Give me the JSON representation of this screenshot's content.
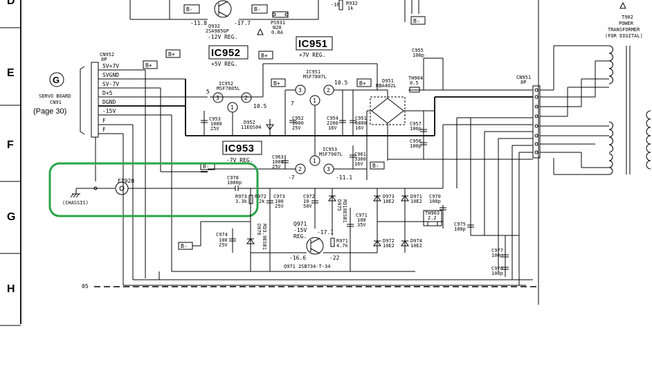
{
  "rows": [
    "E",
    "F",
    "G",
    "H"
  ],
  "row_top_partial": "D",
  "ics": [
    {
      "title": "IC952",
      "desc": "+5V REG.",
      "part": "IC952",
      "model": "MSF7805L"
    },
    {
      "title": "IC951",
      "desc": "+7V REG.",
      "part": "IC951",
      "model": "MSF7807L"
    },
    {
      "title": "IC953",
      "desc": "-7V REG.",
      "part": "IC953",
      "model": "MSF7907L"
    }
  ],
  "q932": {
    "name": "Q932",
    "model": "2SA985GP",
    "desc": "-12V REG.",
    "v_left": "-11.8",
    "v_right": "-17.7"
  },
  "ps931": {
    "name": "PS931",
    "value": "N20",
    "rating": "0.8A"
  },
  "r932": {
    "name": "R932",
    "value": "1k"
  },
  "v_top": "-16",
  "servo": {
    "letter": "G",
    "line1": "SERVO BOARD",
    "line2": "CN91",
    "line3": "(Page 30)"
  },
  "cn952": {
    "name": "CN952",
    "pins": "8P",
    "signals": [
      "5V+7V",
      "SVGND",
      "SV-7V",
      "D+5",
      "DGND",
      "-15V",
      "F",
      "F"
    ]
  },
  "cn951": {
    "name": "CN951",
    "pins": "8P"
  },
  "transformer": {
    "ref": "T902",
    "line1": "POWER",
    "line2": "TRANSFORMER",
    "line3": "(FOR DIGITAL)"
  },
  "b_labels": {
    "plus": "B+",
    "minus": "B-"
  },
  "d951": {
    "name": "D951",
    "model": "RBA402L"
  },
  "d952": {
    "name": "D952",
    "model": "11EQS04"
  },
  "th904": {
    "name": "TH904",
    "value": "0.5"
  },
  "th903": {
    "name": "TH903",
    "value": "2.2"
  },
  "et920": {
    "name": "ET920",
    "chassis": "(CHASSIS)"
  },
  "voltages": {
    "v5": "5",
    "v10_5a": "10.5",
    "v10_5b": "10.5",
    "v7": "7",
    "vm7": "-7",
    "vm11_1": "-11.1",
    "vm16_6": "-16.6",
    "vm22": "-22",
    "vm17_1": "-17.1"
  },
  "caps": {
    "c955": [
      "C955",
      "100p"
    ],
    "c957": [
      "C957",
      "100p"
    ],
    "c956": [
      "C956",
      "100p"
    ],
    "c953": [
      "C953",
      "1000",
      "25V"
    ],
    "c952": [
      "C952",
      "1000",
      "25V"
    ],
    "c954": [
      "C954",
      "2200",
      "16V"
    ],
    "c951": [
      "C951",
      "6800",
      "16V"
    ],
    "c963": [
      "C963",
      "1000",
      "25V"
    ],
    "c961": [
      "C961",
      "3300",
      "16V"
    ],
    "c978": [
      "C978",
      "1000p"
    ],
    "c973": [
      "C973",
      "100",
      "25V"
    ],
    "c972": [
      "C972",
      "10",
      "50V"
    ],
    "c971": [
      "C971",
      "100",
      "35V"
    ],
    "c974": [
      "C974",
      "100",
      "25V"
    ],
    "c970": [
      "C970",
      "100p"
    ],
    "c975": [
      "C975",
      "100p"
    ],
    "c977": [
      "C977",
      "100p"
    ],
    "c976": [
      "C976",
      "100p"
    ]
  },
  "resistors": {
    "r973": [
      "R973",
      "3.3k"
    ],
    "r972": [
      "R972",
      "2k"
    ],
    "r971": [
      "R971",
      "4.7k"
    ]
  },
  "diodes": {
    "d975": [
      "D975",
      "RD18ESB1"
    ],
    "d976": [
      "D976",
      "RD3.9ESB1"
    ],
    "d973": [
      "D973",
      "10E2"
    ],
    "d971": [
      "D971",
      "10E2"
    ],
    "d972": [
      "D972",
      "10E2"
    ],
    "d974": [
      "D974",
      "10E2"
    ]
  },
  "q971": {
    "name": "Q971",
    "desc1": "-15V",
    "desc2": "REG.",
    "model_line": "Q971 2SB734-T-34"
  },
  "ref_05": "05"
}
